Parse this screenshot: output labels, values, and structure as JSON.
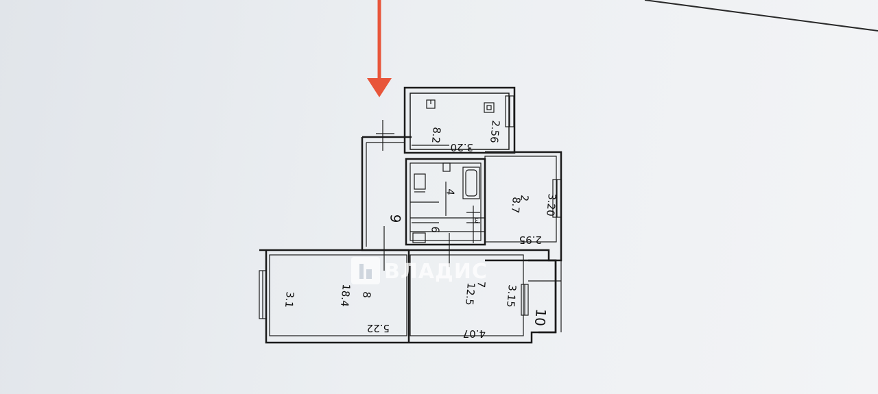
{
  "floor_plan": {
    "labels": {
      "balcony_area": "8.2",
      "balcony_width": "3.20",
      "balcony_depth": "2.56",
      "hall_area": "9",
      "corridor_area": "6",
      "bath_area": "4",
      "room2_number": "2",
      "room2_area": "8.7",
      "room2_side": "3.20",
      "room2_width": "2.95",
      "room8_number": "8",
      "room8_area": "18.4",
      "room8_side": "3.1",
      "room8_width": "5.22",
      "room7_number": "7",
      "room7_area": "12.5",
      "room7_side": "3.15",
      "room7_width": "4.07",
      "loggia_number": "10",
      "small_box": "3"
    }
  },
  "watermark": {
    "text": "ВЛАДИС"
  },
  "colors": {
    "arrow": "#e8553a",
    "line": "#1a1a1a",
    "paper": "#e8ecf0"
  }
}
